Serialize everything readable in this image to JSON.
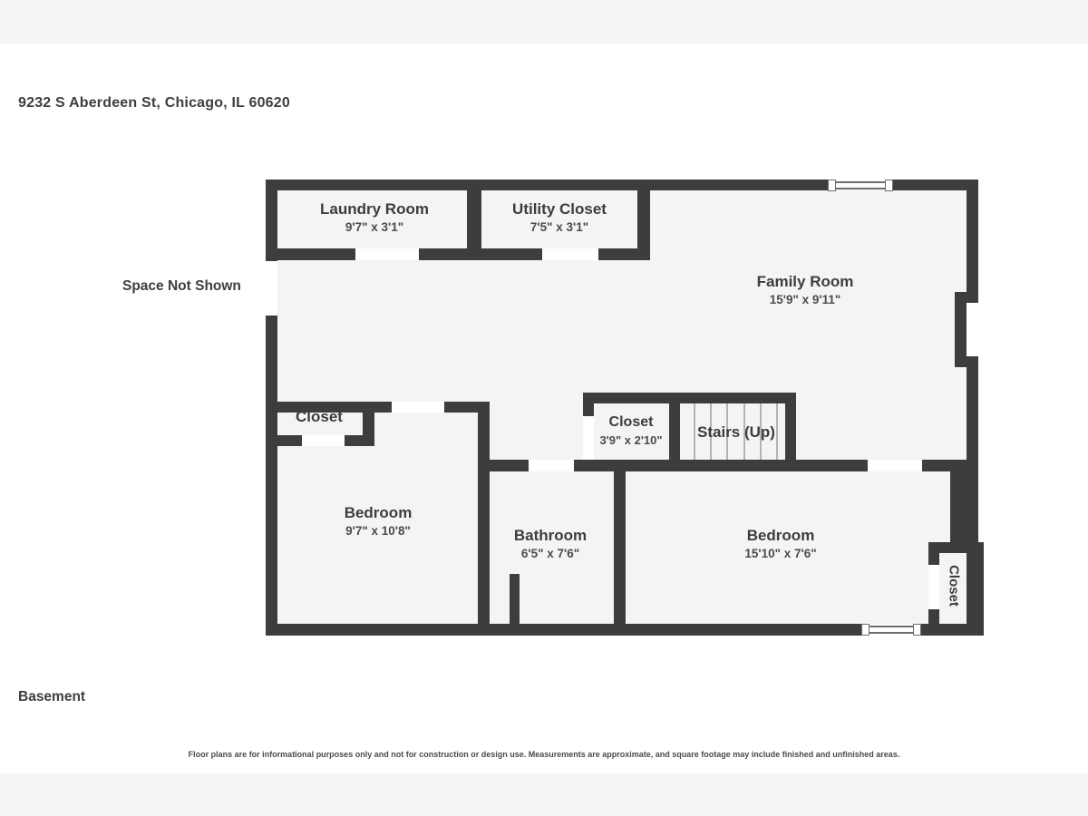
{
  "header": {
    "address": "9232 S Aberdeen St, Chicago, IL 60620"
  },
  "plan": {
    "space_not_shown_label": "Space Not Shown",
    "rooms": [
      {
        "name": "Laundry Room",
        "dims": "9'7\" x 3'1\""
      },
      {
        "name": "Utility Closet",
        "dims": "7'5\" x 3'1\""
      },
      {
        "name": "Family Room",
        "dims": "15'9\" x 9'11\""
      },
      {
        "name": "Closet",
        "dims": ""
      },
      {
        "name": "Closet",
        "dims": "3'9\" x 2'10\""
      },
      {
        "name": "Stairs (Up)",
        "dims": ""
      },
      {
        "name": "Bedroom",
        "dims": "9'7\" x 10'8\""
      },
      {
        "name": "Bathroom",
        "dims": "6'5\" x 7'6\""
      },
      {
        "name": "Bedroom",
        "dims": "15'10\" x 7'6\""
      },
      {
        "name": "Closet",
        "dims": ""
      }
    ]
  },
  "footer": {
    "floor_label": "Basement",
    "disclaimer": "Floor plans are for informational purposes only and not for construction or design use. Measurements are approximate, and square footage may include finished and unfinished areas."
  },
  "colors": {
    "wall": "#3d3d3d",
    "floor": "#f4f4f4",
    "page_band": "#f5f4f6",
    "text": "#3e3e3e"
  }
}
